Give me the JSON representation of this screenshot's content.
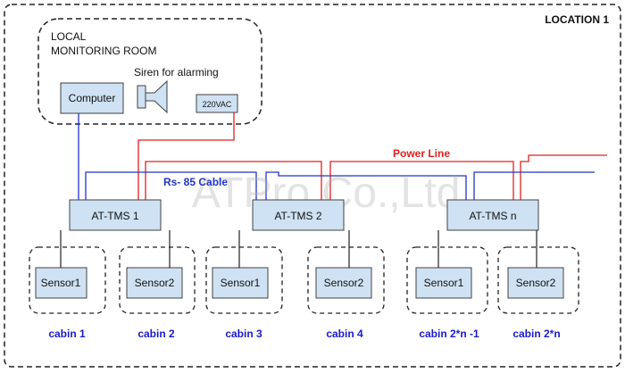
{
  "location_label": "LOCATION 1",
  "monitoring_room": {
    "title_line1": "LOCAL",
    "title_line2": "MONITORING ROOM",
    "computer_label": "Computer",
    "siren_label": "Siren for alarming",
    "power_supply_label": "220VAC"
  },
  "power_line_label": "Power Line",
  "rs485_label": "Rs- 85 Cable",
  "watermark": "ATPro Co.,Ltd",
  "tms_units": [
    {
      "label": "AT-TMS 1"
    },
    {
      "label": "AT-TMS 2"
    },
    {
      "label": "AT-TMS n"
    }
  ],
  "sensors": [
    {
      "label": "Sensor1",
      "cabin": "cabin 1"
    },
    {
      "label": "Sensor2",
      "cabin": "cabin 2"
    },
    {
      "label": "Sensor1",
      "cabin": "cabin 3"
    },
    {
      "label": "Sensor2",
      "cabin": "cabin 4"
    },
    {
      "label": "Sensor1",
      "cabin": "cabin 2*n -1"
    },
    {
      "label": "Sensor2",
      "cabin": "cabin 2*n"
    }
  ],
  "colors": {
    "box_fill": "#cfe2f3",
    "box_stroke": "#404040",
    "power_line": "#e0201e",
    "rs485_cable": "#2233cc",
    "cabin_label": "#1a1acc",
    "watermark": "#b0b0b0"
  }
}
